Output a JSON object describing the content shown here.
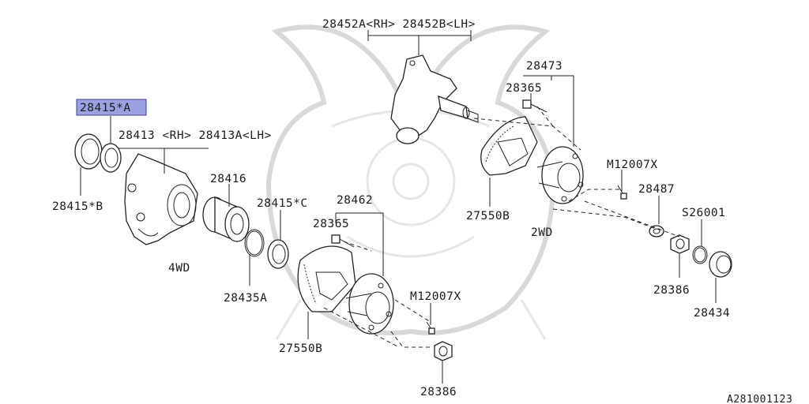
{
  "labels": {
    "knuckle_top": "28452A<RH> 28452B<LH>",
    "p28473": "28473",
    "p28365_top": "28365",
    "p28415a": "28415*A",
    "p28413": "28413 <RH> 28413A<LH>",
    "m12007x_top": "M12007X",
    "p28416": "28416",
    "p28487": "28487",
    "p28415b": "28415*B",
    "s26001": "S26001",
    "p28415c": "28415*C",
    "p28462": "28462",
    "p27550b_top": "27550B",
    "p28365_bot": "28365",
    "twowd": "2WD",
    "fourwd": "4WD",
    "p28435a": "28435A",
    "m12007x_bot": "M12007X",
    "p28386_right": "28386",
    "p28434": "28434",
    "p27550b_bot": "27550B",
    "p28386_bot": "28386",
    "diagram_id": "A281001123"
  },
  "highlight": {
    "selected_part": "28415*A",
    "color": "#9aa0e0"
  }
}
